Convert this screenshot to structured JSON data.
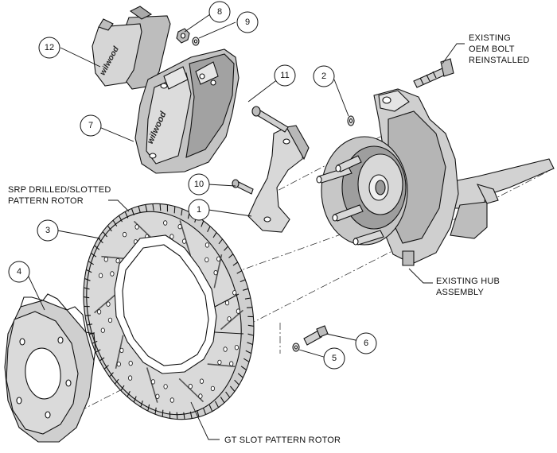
{
  "callouts": [
    {
      "id": "1",
      "num": "1"
    },
    {
      "id": "2",
      "num": "2"
    },
    {
      "id": "3",
      "num": "3"
    },
    {
      "id": "4",
      "num": "4"
    },
    {
      "id": "5",
      "num": "5"
    },
    {
      "id": "6",
      "num": "6"
    },
    {
      "id": "7",
      "num": "7"
    },
    {
      "id": "8",
      "num": "8"
    },
    {
      "id": "9",
      "num": "9"
    },
    {
      "id": "10",
      "num": "10"
    },
    {
      "id": "11",
      "num": "11"
    },
    {
      "id": "12",
      "num": "12"
    }
  ],
  "labels": {
    "existing_bolt": [
      "EXISTING",
      "OEM BOLT",
      "REINSTALLED"
    ],
    "srp_rotor": [
      "SRP DRILLED/SLOTTED",
      "PATTERN ROTOR"
    ],
    "hub": [
      "EXISTING HUB",
      "ASSEMBLY"
    ],
    "gt_rotor": "GT SLOT PATTERN ROTOR"
  },
  "brand_marks": {
    "pad": "wilwood",
    "caliper": "wilwood"
  },
  "colors": {
    "part_fill": "#c9c9c9",
    "part_dark": "#8f8f8f",
    "part_light": "#e2e2e2",
    "line": "#111111"
  }
}
